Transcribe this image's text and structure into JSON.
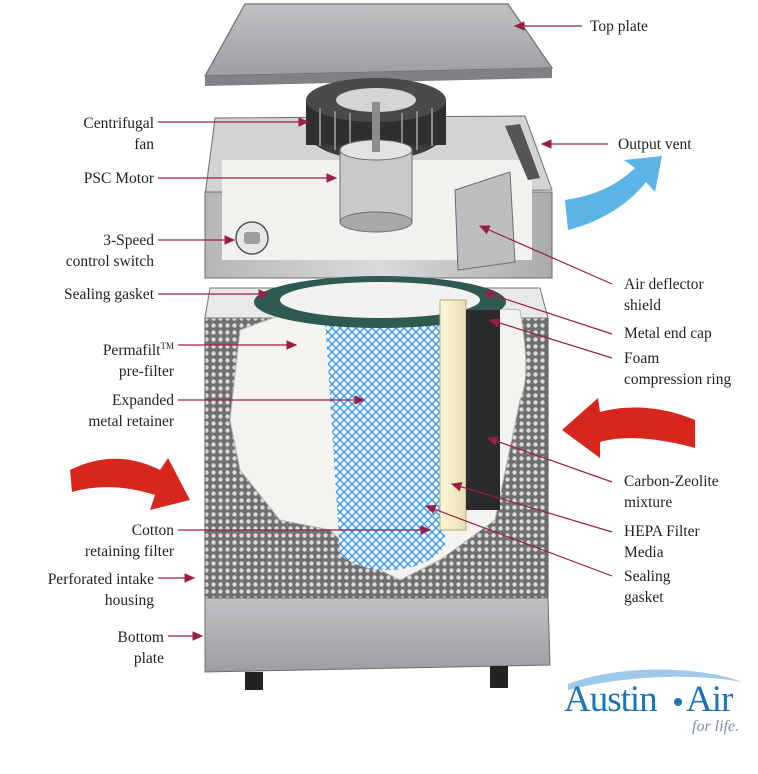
{
  "labels": {
    "top_plate": "Top plate",
    "centrifugal_fan": [
      "Centrifugal",
      "fan"
    ],
    "psc_motor": "PSC Motor",
    "speed_switch": [
      "3-Speed",
      "control switch"
    ],
    "sealing_gasket_top": "Sealing gasket",
    "prefilter_name": "Permafilt",
    "prefilter_tm": "TM",
    "prefilter_suffix": "pre-filter",
    "metal_retainer": [
      "Expanded",
      "metal retainer"
    ],
    "cotton_filter": [
      "Cotton",
      "retaining filter"
    ],
    "intake_housing": [
      "Perforated intake",
      "housing"
    ],
    "bottom_plate": [
      "Bottom",
      "plate"
    ],
    "output_vent": "Output vent",
    "air_deflector": [
      "Air deflector",
      "shield"
    ],
    "metal_end_cap": "Metal end cap",
    "foam_ring": [
      "Foam",
      "compression ring"
    ],
    "carbon_zeolite": [
      "Carbon-Zeolite",
      "mixture"
    ],
    "hepa_media": [
      "HEPA Filter",
      "Media"
    ],
    "sealing_gasket_bottom": [
      "Sealing",
      "gasket"
    ]
  },
  "logo": {
    "brand_left": "Austin",
    "brand_right": "Air",
    "tagline": "for life."
  },
  "colors": {
    "leader": "#9b1d4a",
    "arrow_out": "#5bb4e5",
    "arrow_in": "#d7261e",
    "brand": "#1b75bb"
  }
}
